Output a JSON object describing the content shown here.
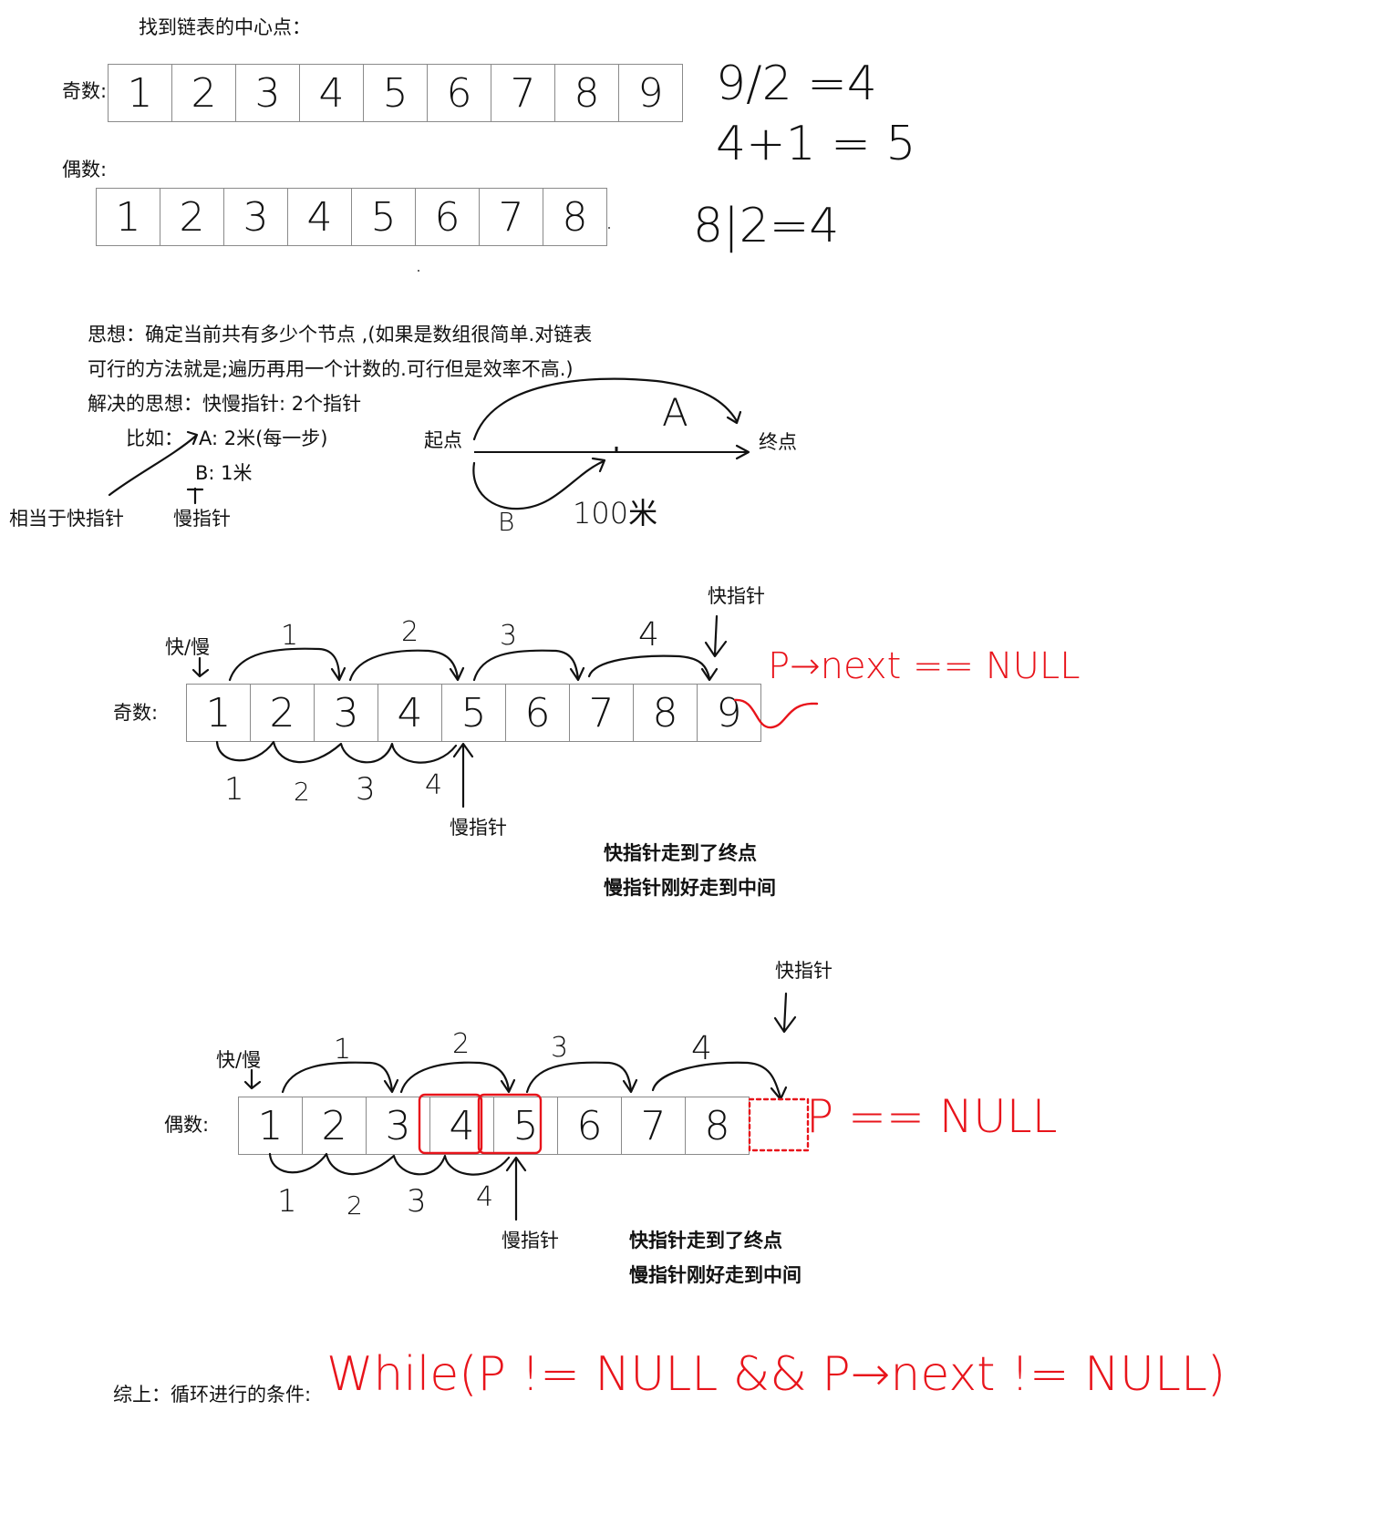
{
  "title": "找到链表的中心点：",
  "top": {
    "odd_label": "奇数:",
    "even_label": "偶数:",
    "odd_cells": [
      "1",
      "2",
      "3",
      "4",
      "5",
      "6",
      "7",
      "8",
      "9"
    ],
    "even_cells": [
      "1",
      "2",
      "3",
      "4",
      "5",
      "6",
      "7",
      "8"
    ],
    "calc_lines": [
      "9/2 =4",
      "4+1 = 5",
      "8|2=4"
    ]
  },
  "idea": {
    "line1": "思想：确定当前共有多少个节点 ,(如果是数组很简单.对链表",
    "line2": "可行的方法就是;遍历再用一个计数的.可行但是效率不高.)",
    "line3": "解决的思想：快慢指针: 2个指针",
    "example_prefix": "比如：",
    "speed_a": "A: 2米(每一步)",
    "speed_b": "B: 1米",
    "fast_note": "相当于快指针",
    "slow_note": "慢指针"
  },
  "race": {
    "start": "起点",
    "end": "终点",
    "runner_a": "A",
    "runner_b": "B",
    "distance": "100米"
  },
  "odd_diagram": {
    "label": "奇数:",
    "cells": [
      "1",
      "2",
      "3",
      "4",
      "5",
      "6",
      "7",
      "8",
      "9"
    ],
    "fast_slow_label": "快/慢",
    "fast_label": "快指针",
    "slow_label": "慢指针",
    "top_steps": [
      "1",
      "2",
      "3",
      "4"
    ],
    "bottom_steps": [
      "1",
      "2",
      "3",
      "4"
    ],
    "condition": "P→next == NULL",
    "result_line1": "快指针走到了终点",
    "result_line2": "慢指针刚好走到中间"
  },
  "even_diagram": {
    "label": "偶数:",
    "cells": [
      "1",
      "2",
      "3",
      "4",
      "5",
      "6",
      "7",
      "8"
    ],
    "fast_slow_label": "快/慢",
    "fast_label": "快指针",
    "slow_label": "慢指针",
    "top_steps": [
      "1",
      "2",
      "3",
      "4"
    ],
    "bottom_steps": [
      "1",
      "2",
      "3",
      "4"
    ],
    "condition": "P == NULL",
    "result_line1": "快指针走到了终点",
    "result_line2": "慢指针刚好走到中间"
  },
  "summary": {
    "label": "综上：循环进行的条件:",
    "code": "While(P != NULL && P→next != NULL)"
  }
}
